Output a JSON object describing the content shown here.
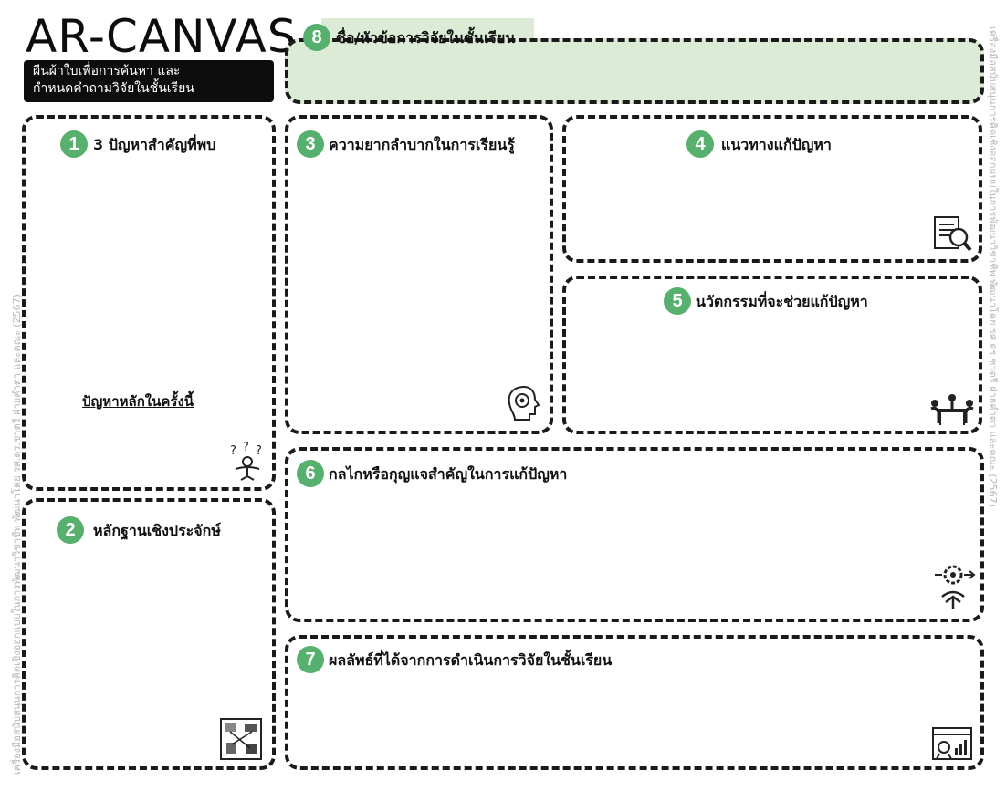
{
  "header": {
    "logo": "AR-CANVAS",
    "subtitle_line1": "ผืนผ้าใบเพื่อการค้นหา และ",
    "subtitle_line2": "กำหนดคำถามวิจัยในชั้นเรียน"
  },
  "side_text": {
    "left": "เครื่องมือสนับสนุนการคิดเชิงออกแบบในการพัฒนาวิชาชีพ พัฒนาโดย รศ.ดร.ชาตรี ฝ่ายคำตา และคณะ (2567)",
    "right": "เครื่องมือสนับสนุนการคิดเชิงออกแบบในการพัฒนาวิชาชีพ พัฒนาโดย รศ.ดร.ชาตรี ฝ่ายคำตา และคณะ (2567)"
  },
  "panels": {
    "p1": {
      "number": "1",
      "title": "3 ปัญหาสำคัญที่พบ",
      "main_question": "ปัญหาหลักในครั้งนี้"
    },
    "p2": {
      "number": "2",
      "title": "หลักฐานเชิงประจักษ์"
    },
    "p3": {
      "number": "3",
      "title": "ความยากลำบากในการเรียนรู้"
    },
    "p4": {
      "number": "4",
      "title": "แนวทางแก้ปัญหา"
    },
    "p5": {
      "number": "5",
      "title": "นวัตกรรมที่จะช่วยแก้ปัญหา"
    },
    "p6": {
      "number": "6",
      "title": "กลไกหรือกุญแจสำคัญในการแก้ปัญหา"
    },
    "p7": {
      "number": "7",
      "title": "ผลลัพธ์ที่ได้จากการดำเนินการวิจัยในชั้นเรียน"
    },
    "p8": {
      "number": "8",
      "title": "ชื่อ/หัวข้อการวิจัยในชั้นเรียน"
    }
  },
  "colors": {
    "badge": "#58b06e",
    "title_box_fill": "#dcebd6",
    "border": "#1a1a1a"
  },
  "icons": {
    "p1": "confused-person-icon",
    "p2": "evidence-board-icon",
    "p3": "brain-gear-icon",
    "p4": "document-magnifier-icon",
    "p5": "team-innovation-icon",
    "p6": "gear-key-hands-icon",
    "p7": "results-chart-icon"
  }
}
